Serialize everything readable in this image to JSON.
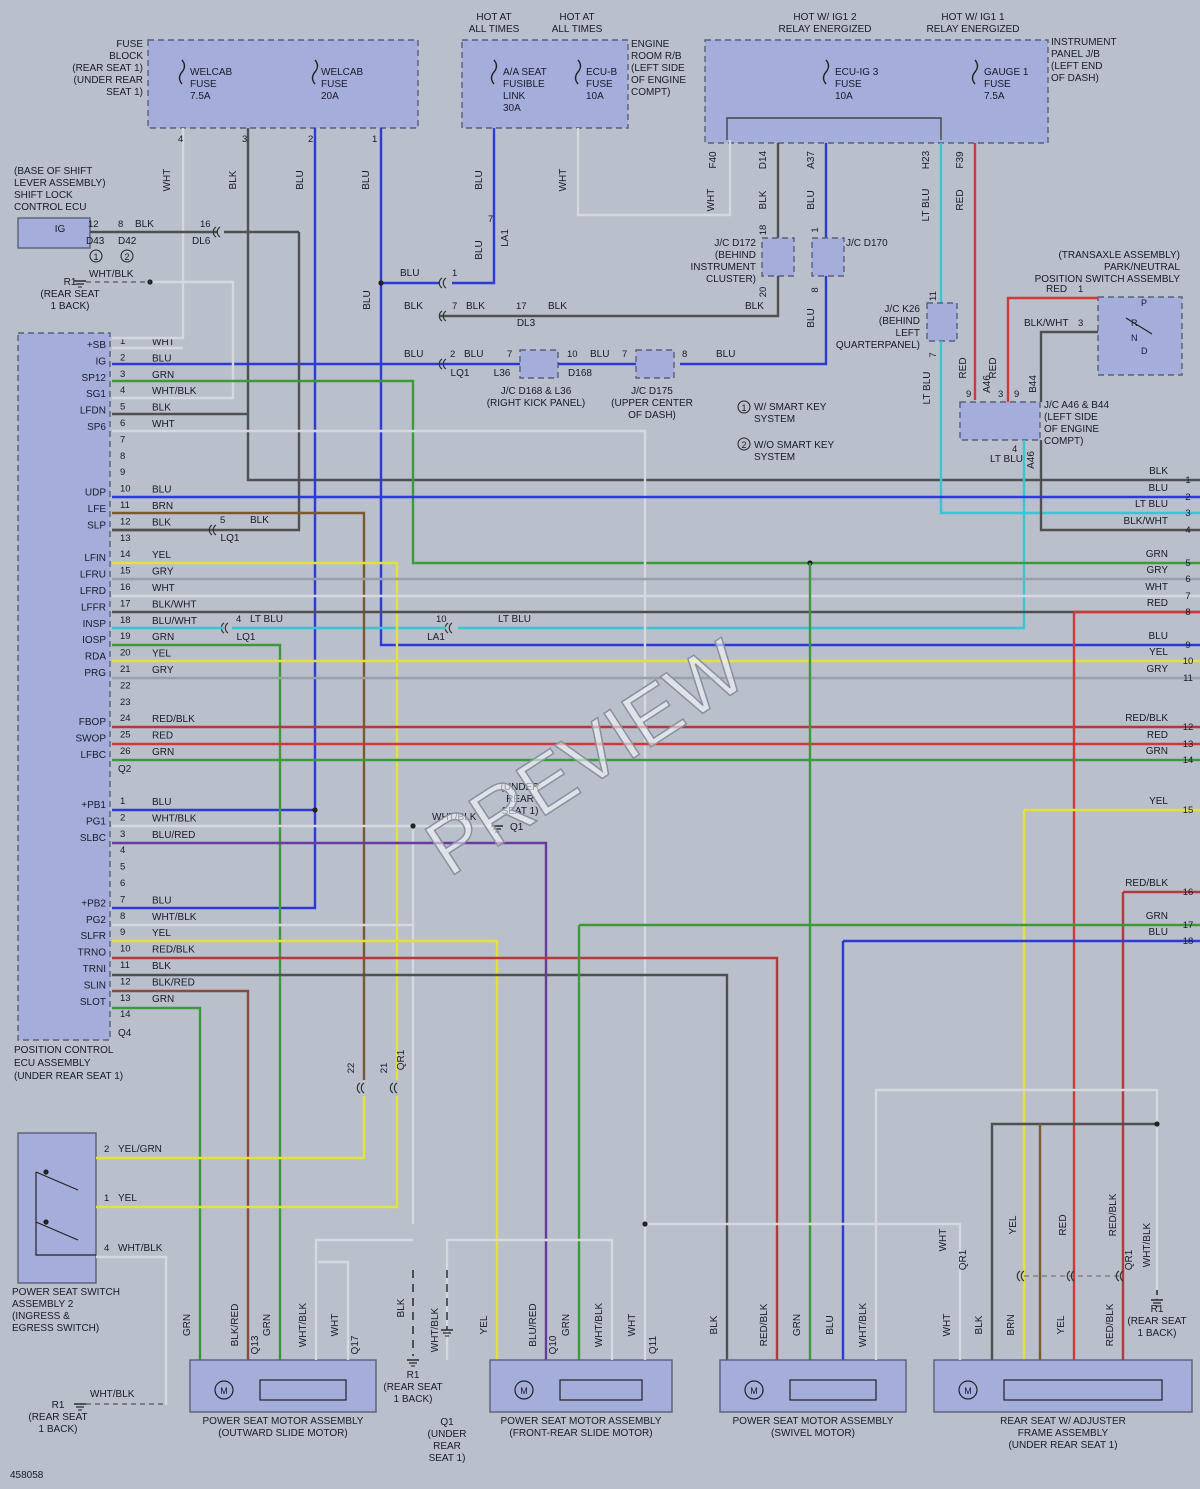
{
  "colors": {
    "BLU": "#2b3ad8",
    "GRN": "#3d9a3a",
    "YEL": "#e2e23a",
    "RED": "#d23838",
    "LTBLU": "#39c6d2",
    "BLK": "#505050",
    "WHT": "#d6d8de",
    "GRY": "#9aa0a8",
    "BRN": "#7a5a30",
    "PURPLE": "#6a3aa0",
    "REDBLK": "#b23a3a",
    "BLKRED": "#8a4a40",
    "box_fill": "#a5aedb",
    "box_stroke": "#5a5f78"
  },
  "watermark": "PREVIEW",
  "figure_id": "458058",
  "top": {
    "fuse_block": [
      "FUSE",
      "BLOCK",
      "(REAR SEAT 1)",
      "(UNDER REAR",
      "SEAT 1)"
    ],
    "welcab1": [
      "WELCAB",
      "FUSE",
      "7.5A"
    ],
    "welcab2": [
      "WELCAB",
      "FUSE",
      "20A"
    ],
    "hot1": [
      "HOT AT",
      "ALL TIMES"
    ],
    "hot2": [
      "HOT AT",
      "ALL TIMES"
    ],
    "aa_seat": [
      "A/A SEAT",
      "FUSIBLE",
      "LINK",
      "30A"
    ],
    "ecu_b": [
      "ECU-B",
      "FUSE",
      "10A"
    ],
    "engine_rb": [
      "ENGINE",
      "ROOM R/B",
      "(LEFT SIDE",
      "OF ENGINE",
      "COMPT)"
    ],
    "hot_ig1_2": [
      "HOT W/ IG1 2",
      "RELAY ENERGIZED"
    ],
    "hot_ig1_1": [
      "HOT W/ IG1 1",
      "RELAY ENERGIZED"
    ],
    "ecu_ig3": [
      "ECU-IG 3",
      "FUSE",
      "10A"
    ],
    "gauge1": [
      "GAUGE 1",
      "FUSE",
      "7.5A"
    ],
    "ip_jb": [
      "INSTRUMENT",
      "PANEL J/B",
      "(LEFT END",
      "OF DASH)"
    ]
  },
  "shift_lock": [
    "(BASE OF SHIFT",
    "LEVER ASSEMBLY)",
    "SHIFT LOCK",
    "CONTROL ECU"
  ],
  "ig_label": "IG",
  "r1_rear_seat": [
    "R1",
    "(REAR SEAT",
    "1 BACK)"
  ],
  "jc_d172": [
    "J/C D172",
    "(BEHIND",
    "INSTRUMENT",
    "CLUSTER)"
  ],
  "jc_d170": "J/C D170",
  "jc_k26": [
    "J/C K26",
    "(BEHIND",
    "LEFT",
    "QUARTERPANEL)"
  ],
  "jc_d168": [
    "J/C D168 & L36",
    "(RIGHT KICK PANEL)"
  ],
  "jc_d175": [
    "J/C D175",
    "(UPPER CENTER",
    "OF DASH)"
  ],
  "smart1": [
    "W/ SMART KEY",
    "SYSTEM"
  ],
  "smart2": [
    "W/O SMART KEY",
    "SYSTEM"
  ],
  "transaxle": [
    "(TRANSAXLE ASSEMBLY)",
    "PARK/NEUTRAL",
    "POSITION SWITCH ASSEMBLY"
  ],
  "jc_a46": [
    "J/C A46 & B44",
    "(LEFT SIDE",
    "OF ENGINE",
    "COMPT)"
  ],
  "under_rear": [
    "(UNDER",
    "REAR",
    "SEAT 1)"
  ],
  "position_ecu": [
    "POSITION CONTROL",
    "ECU ASSEMBLY",
    "(UNDER REAR SEAT 1)"
  ],
  "pss2": [
    "POWER SEAT SWITCH",
    "ASSEMBLY 2",
    "(INGRESS &",
    "EGRESS SWITCH)"
  ],
  "q1_label": [
    "Q1",
    "(UNDER",
    "REAR",
    "SEAT 1)"
  ],
  "ecu_pins": [
    {
      "n": "1",
      "name": "+SB",
      "c": "WHT"
    },
    {
      "n": "2",
      "name": "IG",
      "c": "BLU"
    },
    {
      "n": "3",
      "name": "SP12",
      "c": "GRN"
    },
    {
      "n": "4",
      "name": "SG1",
      "c": "WHT/BLK"
    },
    {
      "n": "5",
      "name": "LFDN",
      "c": "BLK"
    },
    {
      "n": "6",
      "name": "SP6",
      "c": "WHT"
    },
    {
      "n": "7",
      "name": "",
      "c": ""
    },
    {
      "n": "8",
      "name": "",
      "c": ""
    },
    {
      "n": "9",
      "name": "",
      "c": ""
    },
    {
      "n": "10",
      "name": "UDP",
      "c": "BLU"
    },
    {
      "n": "11",
      "name": "LFE",
      "c": "BRN"
    },
    {
      "n": "12",
      "name": "SLP",
      "c": "BLK"
    },
    {
      "n": "13",
      "name": "",
      "c": ""
    },
    {
      "n": "14",
      "name": "LFIN",
      "c": "YEL"
    },
    {
      "n": "15",
      "name": "LFRU",
      "c": "GRY"
    },
    {
      "n": "16",
      "name": "LFRD",
      "c": "WHT"
    },
    {
      "n": "17",
      "name": "LFFR",
      "c": "BLK/WHT"
    },
    {
      "n": "18",
      "name": "INSP",
      "c": "BLU/WHT"
    },
    {
      "n": "19",
      "name": "IOSP",
      "c": "GRN"
    },
    {
      "n": "20",
      "name": "RDA",
      "c": "YEL"
    },
    {
      "n": "21",
      "name": "PRG",
      "c": "GRY"
    },
    {
      "n": "22",
      "name": "",
      "c": ""
    },
    {
      "n": "23",
      "name": "",
      "c": ""
    },
    {
      "n": "24",
      "name": "FBOP",
      "c": "RED/BLK"
    },
    {
      "n": "25",
      "name": "SWOP",
      "c": "RED"
    },
    {
      "n": "26",
      "name": "LFBC",
      "c": "GRN"
    },
    {
      "n": "1",
      "name": "+PB1",
      "c": "BLU"
    },
    {
      "n": "2",
      "name": "PG1",
      "c": "WHT/BLK"
    },
    {
      "n": "3",
      "name": "SLBC",
      "c": "BLU/RED"
    },
    {
      "n": "4",
      "name": "",
      "c": ""
    },
    {
      "n": "5",
      "name": "",
      "c": ""
    },
    {
      "n": "6",
      "name": "",
      "c": ""
    },
    {
      "n": "7",
      "name": "+PB2",
      "c": "BLU"
    },
    {
      "n": "8",
      "name": "PG2",
      "c": "WHT/BLK"
    },
    {
      "n": "9",
      "name": "SLFR",
      "c": "YEL"
    },
    {
      "n": "10",
      "name": "TRNO",
      "c": "RED/BLK"
    },
    {
      "n": "11",
      "name": "TRNI",
      "c": "BLK"
    },
    {
      "n": "12",
      "name": "SLIN",
      "c": "BLK/RED"
    },
    {
      "n": "13",
      "name": "SLOT",
      "c": "GRN"
    },
    {
      "n": "14",
      "name": "",
      "c": ""
    }
  ],
  "connectors": {
    "q2": "Q2",
    "q4": "Q4",
    "q1": "Q1",
    "lq1": "LQ1",
    "la1": "LA1",
    "dl3": "DL3",
    "dl6": "DL6",
    "d43": "D43",
    "d42": "D42",
    "l36": "L36",
    "d168": "D168",
    "qr1": "QR1",
    "q13": "Q13",
    "q17": "Q17",
    "q10": "Q10",
    "q11": "Q11",
    "a46": "A46",
    "b44": "B44"
  },
  "right_wires": [
    {
      "n": "1",
      "c": "BLK"
    },
    {
      "n": "2",
      "c": "BLU"
    },
    {
      "n": "3",
      "c": "LT BLU"
    },
    {
      "n": "4",
      "c": "BLK/WHT"
    },
    {
      "n": "5",
      "c": "GRN"
    },
    {
      "n": "6",
      "c": "GRY"
    },
    {
      "n": "7",
      "c": "WHT"
    },
    {
      "n": "8",
      "c": "RED"
    },
    {
      "n": "9",
      "c": "BLU"
    },
    {
      "n": "10",
      "c": "YEL"
    },
    {
      "n": "11",
      "c": "GRY"
    },
    {
      "n": "12",
      "c": "RED/BLK"
    },
    {
      "n": "13",
      "c": "RED"
    },
    {
      "n": "14",
      "c": "GRN"
    },
    {
      "n": "15",
      "c": "YEL"
    },
    {
      "n": "16",
      "c": "RED/BLK"
    },
    {
      "n": "17",
      "c": "GRN"
    },
    {
      "n": "18",
      "c": "BLU"
    }
  ],
  "motors": [
    {
      "title": [
        "POWER SEAT MOTOR ASSEMBLY",
        "(OUTWARD SLIDE MOTOR)"
      ],
      "wires": [
        "GRN",
        "BLK/RED",
        "GRN",
        "WHT/BLK",
        "WHT"
      ]
    },
    {
      "title": [
        "POWER SEAT MOTOR ASSEMBLY",
        "(FRONT-REAR SLIDE MOTOR)"
      ],
      "wires": [
        "YEL",
        "BLU/RED",
        "GRN",
        "WHT/BLK",
        "WHT"
      ]
    },
    {
      "title": [
        "POWER SEAT MOTOR ASSEMBLY",
        "(SWIVEL MOTOR)"
      ],
      "wires": [
        "BLK",
        "RED/BLK",
        "GRN",
        "BLU",
        "WHT/BLK"
      ]
    },
    {
      "title": [
        "REAR SEAT W/ ADJUSTER",
        "FRAME ASSEMBLY",
        "(UNDER REAR SEAT 1)"
      ],
      "wires": [
        "WHT",
        "BLK",
        "BRN",
        "YEL",
        "RED/BLK"
      ]
    }
  ],
  "switch_wires": [
    {
      "n": "2",
      "c": "YEL/GRN"
    },
    {
      "n": "1",
      "c": "YEL"
    },
    {
      "n": "4",
      "c": "WHT/BLK"
    }
  ]
}
